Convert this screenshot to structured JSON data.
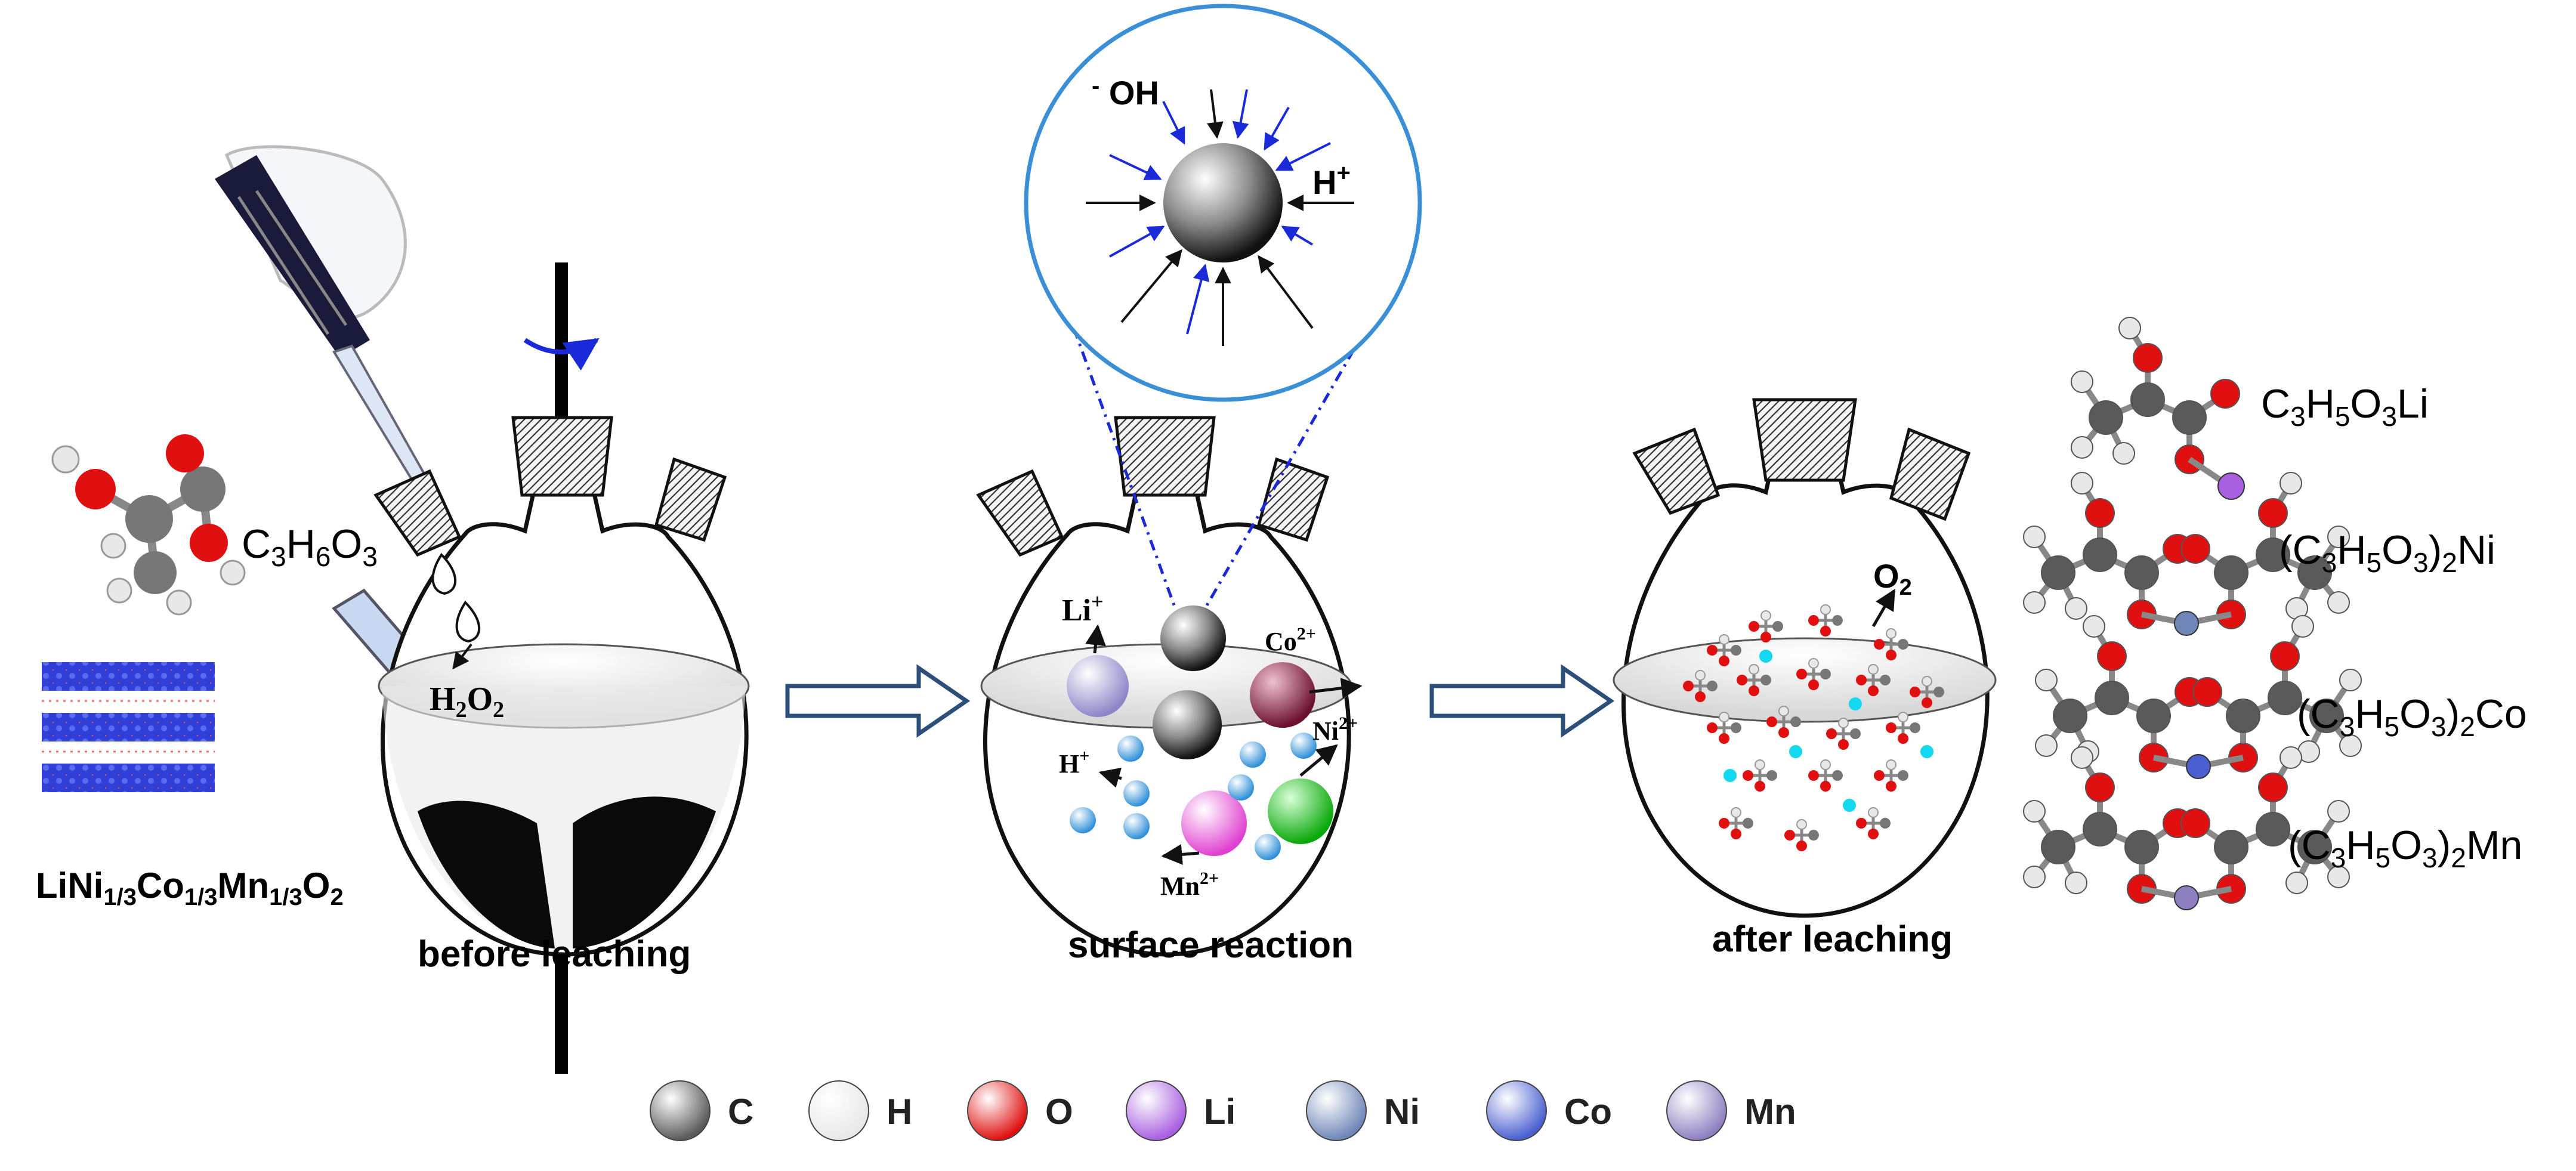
{
  "reactant": {
    "acid_formula": "C3H6O3",
    "oxidant_formula": "H2O2",
    "cathode_formula": "LiNi1/3Co1/3Mn1/3O2"
  },
  "stages": [
    {
      "caption": "before leaching"
    },
    {
      "caption": "surface reaction"
    },
    {
      "caption": "after leaching"
    }
  ],
  "surface": {
    "hydroxide": "-OH",
    "proton": "H+",
    "ions": {
      "li": "Li+",
      "co": "Co2+",
      "ni": "Ni2+",
      "mn": "Mn2+",
      "h": "H+"
    }
  },
  "after": {
    "gas": "O2"
  },
  "products": [
    "C3H5O3Li",
    "(C3H5O3)2Ni",
    "(C3H5O3)2Co",
    "(C3H5O3)2Mn"
  ],
  "legend": [
    {
      "label": "C",
      "color": "#5a5a5a"
    },
    {
      "label": "H",
      "color": "#e8e8e8"
    },
    {
      "label": "O",
      "color": "#e01010"
    },
    {
      "label": "Li",
      "color": "#a860e0"
    },
    {
      "label": "Ni",
      "color": "#6f86b8"
    },
    {
      "label": "Co",
      "color": "#4a5fd0"
    },
    {
      "label": "Mn",
      "color": "#8f7fc0"
    }
  ]
}
